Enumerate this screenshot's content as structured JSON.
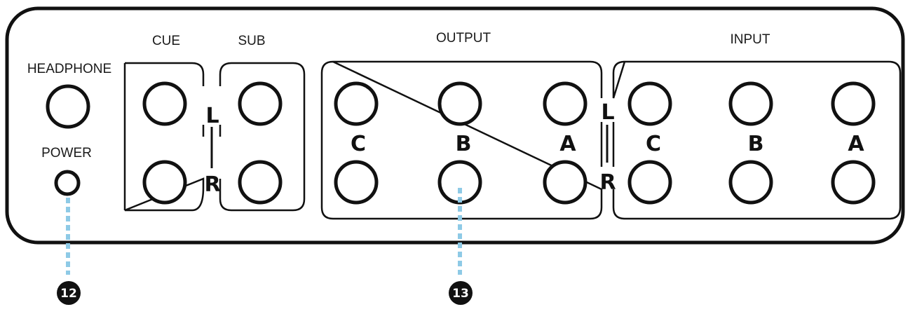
{
  "labels": {
    "headphone": "HEADPHONE",
    "power": "POWER",
    "cue": "CUE",
    "sub": "SUB",
    "output": "OUTPUT",
    "input": "INPUT"
  },
  "channels": {
    "left": "L",
    "right": "R"
  },
  "output_columns": [
    "C",
    "B",
    "A"
  ],
  "input_columns": [
    "C",
    "B",
    "A"
  ],
  "callouts": [
    "12",
    "13"
  ],
  "colors": {
    "outline": "#111111",
    "callout_line": "#8ecae6",
    "callout_badge": "#111111"
  }
}
